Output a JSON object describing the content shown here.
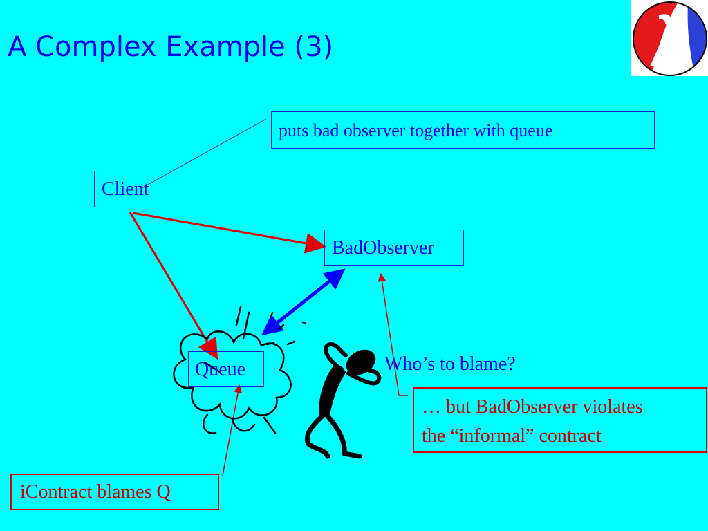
{
  "slide": {
    "title": "A Complex Example (3)"
  },
  "diagram": {
    "client_label": "Client",
    "badobserver_label": "BadObserver",
    "queue_label": "Queue",
    "note_puts": "puts bad observer together with queue",
    "question": "Who’s to blame?",
    "blame_note_line1": "… but BadObserver violates",
    "blame_note_line2": "the “informal” contract",
    "icontract_note": "iContract blames Q"
  },
  "colors": {
    "background": "#00ffff",
    "title": "#0000ee",
    "arrow_red": "#e00000",
    "arrow_blue": "#0000ff",
    "note_red": "#cc0000"
  },
  "icons": {
    "logo": "racket-lambda-logo",
    "figure": "confused-stick-figure",
    "cloud": "explosion-cloud"
  }
}
